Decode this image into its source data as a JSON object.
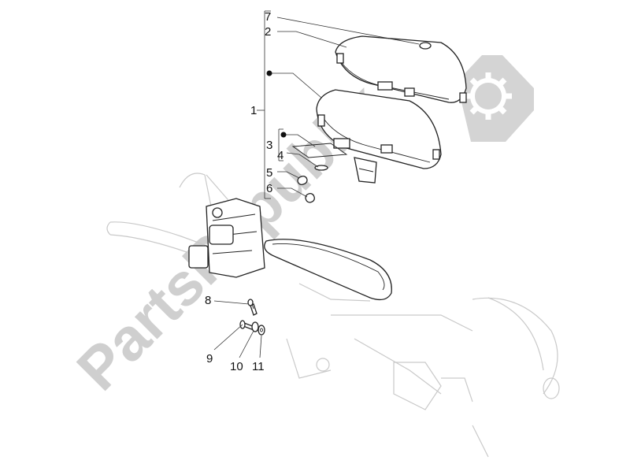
{
  "callouts": [
    {
      "id": "7",
      "label": "7"
    },
    {
      "id": "2",
      "label": "2"
    },
    {
      "id": "1",
      "label": "1"
    },
    {
      "id": "3",
      "label": "3"
    },
    {
      "id": "4",
      "label": "4"
    },
    {
      "id": "5",
      "label": "5"
    },
    {
      "id": "6",
      "label": "6"
    },
    {
      "id": "8",
      "label": "8"
    },
    {
      "id": "9",
      "label": "9"
    },
    {
      "id": "10",
      "label": "10"
    },
    {
      "id": "11",
      "label": "11"
    }
  ],
  "watermark": {
    "text": "PartsRepublik",
    "color": "#cfcfcf"
  },
  "colors": {
    "line": "#222222",
    "ghost": "#c9c9c9",
    "background": "#ffffff"
  },
  "icons": {
    "watermark_logo": "gear-icon",
    "bullet": "dot-bullet-icon"
  }
}
